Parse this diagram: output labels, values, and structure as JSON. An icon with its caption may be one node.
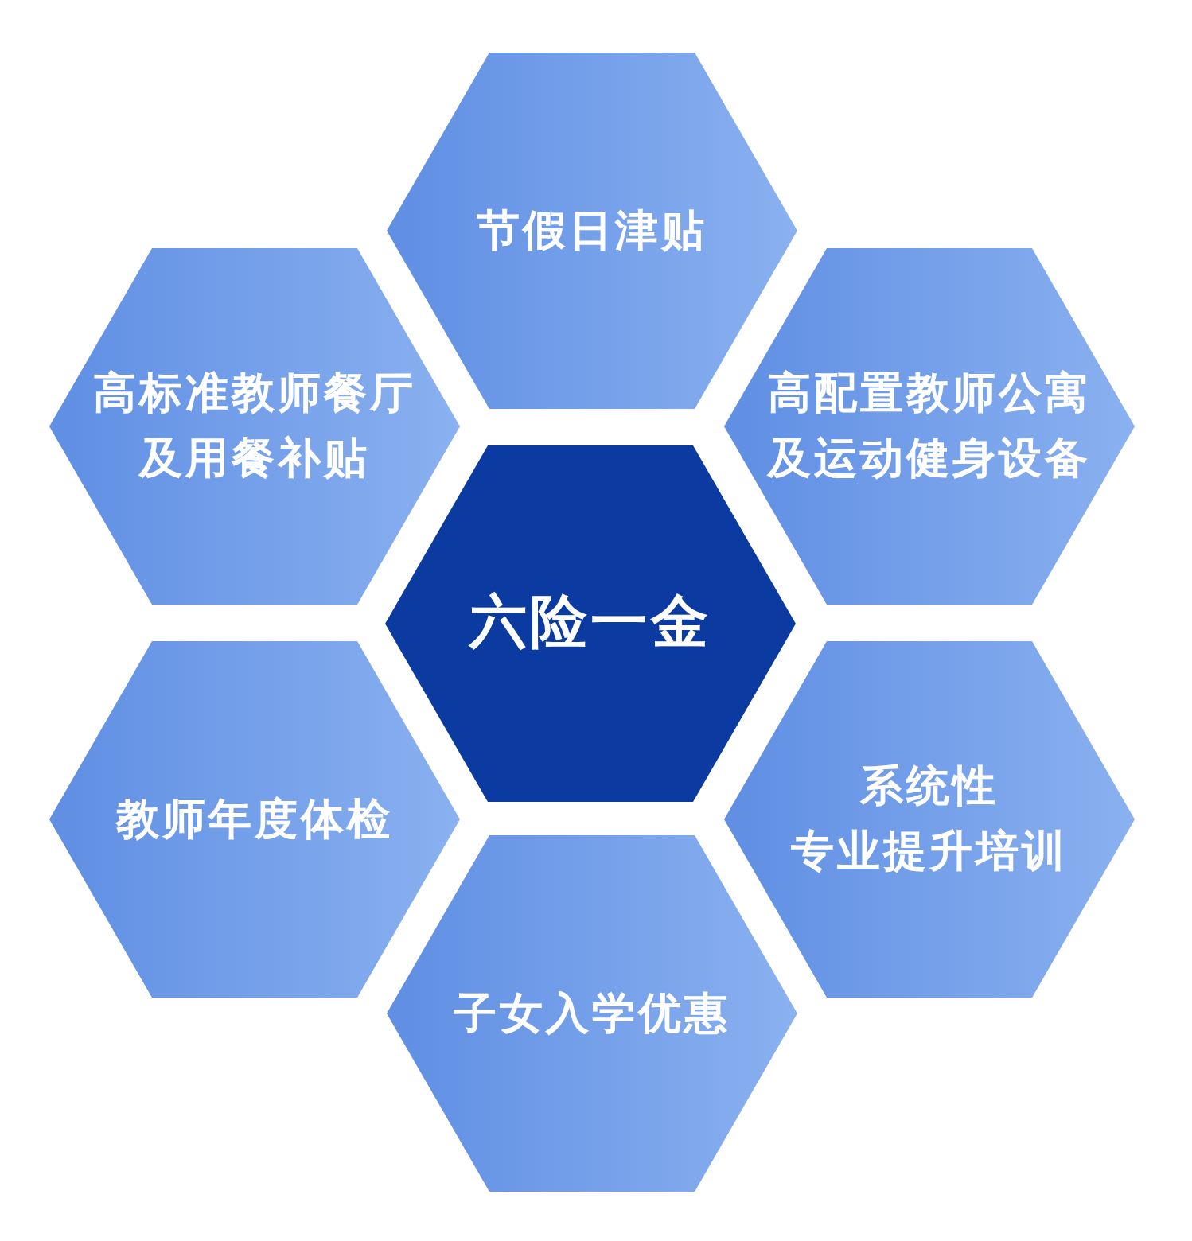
{
  "diagram": {
    "nodes": [
      {
        "text": [
          "节假日津贴"
        ]
      },
      {
        "text": [
          "高标准教师餐厅及用餐补贴"
        ]
      },
      {
        "text": [
          "高配置教师公寓及运动健身设备"
        ]
      },
      {
        "text": [
          "六险一金"
        ]
      },
      {
        "text": [
          "教师年度体检"
        ]
      },
      {
        "text": [
          "系统性专业提升培训"
        ]
      },
      {
        "text": [
          "子女入学优惠"
        ]
      }
    ]
  }
}
